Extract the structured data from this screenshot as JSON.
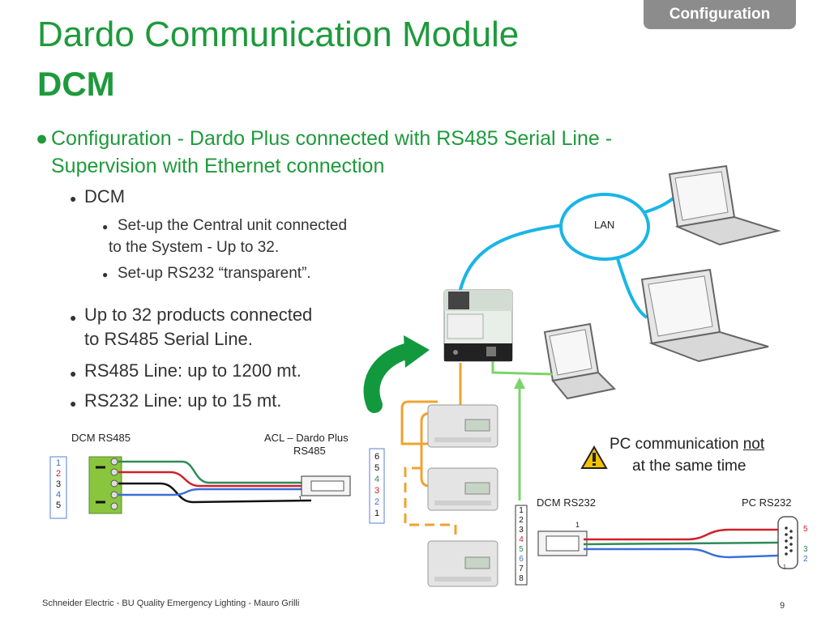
{
  "tag": "Configuration",
  "title": {
    "line1": "Dardo Communication Module",
    "line2": "DCM"
  },
  "bullets": {
    "main_l1": "Configuration - Dardo Plus connected with RS485 Serial Line -",
    "main_l2": "Supervision with Ethernet connection",
    "dcm": "DCM",
    "setup1_l1": "Set-up the Central unit connected",
    "setup1_l2": "to the System - Up to 32.",
    "setup2": "Set-up RS232 “transparent”.",
    "upto_l1": "Up to 32 products connected",
    "upto_l2": "to RS485 Serial Line.",
    "rs485": "RS485 Line: up to 1200 mt.",
    "rs232": "RS232 Line: up to 15 mt."
  },
  "diagram": {
    "lan": "LAN",
    "dcm_rs485": "DCM RS485",
    "acl_l1": "ACL – Dardo Plus",
    "acl_l2": "RS485",
    "pins_left": [
      "1",
      "2",
      "3",
      "4",
      "5"
    ],
    "pins_right": [
      "6",
      "5",
      "4",
      "3",
      "2",
      "1"
    ],
    "rj_one": "1",
    "pc_comm_l1": "PC communication",
    "pc_comm_not": "not",
    "pc_comm_l2": "at the same time",
    "dcm_rs232": "DCM RS232",
    "pc_rs232": "PC RS232",
    "pins_rs232": [
      "1",
      "2",
      "3",
      "4",
      "5",
      "6",
      "7",
      "8"
    ],
    "db9_labels": [
      "5",
      "3",
      "2"
    ],
    "db9_one": "1"
  },
  "colors": {
    "title_green": "#1e9a3c",
    "lan_cyan": "#1ab5e6",
    "serial_orange": "#f0a330",
    "wire_green": "#2e8b57",
    "wire_red": "#d0202a",
    "wire_blue": "#3a6fd8",
    "link_green": "#7cd36b"
  },
  "footer": "Schneider Electric - BU Quality Emergency Lighting - Mauro Grilli",
  "page": "9"
}
